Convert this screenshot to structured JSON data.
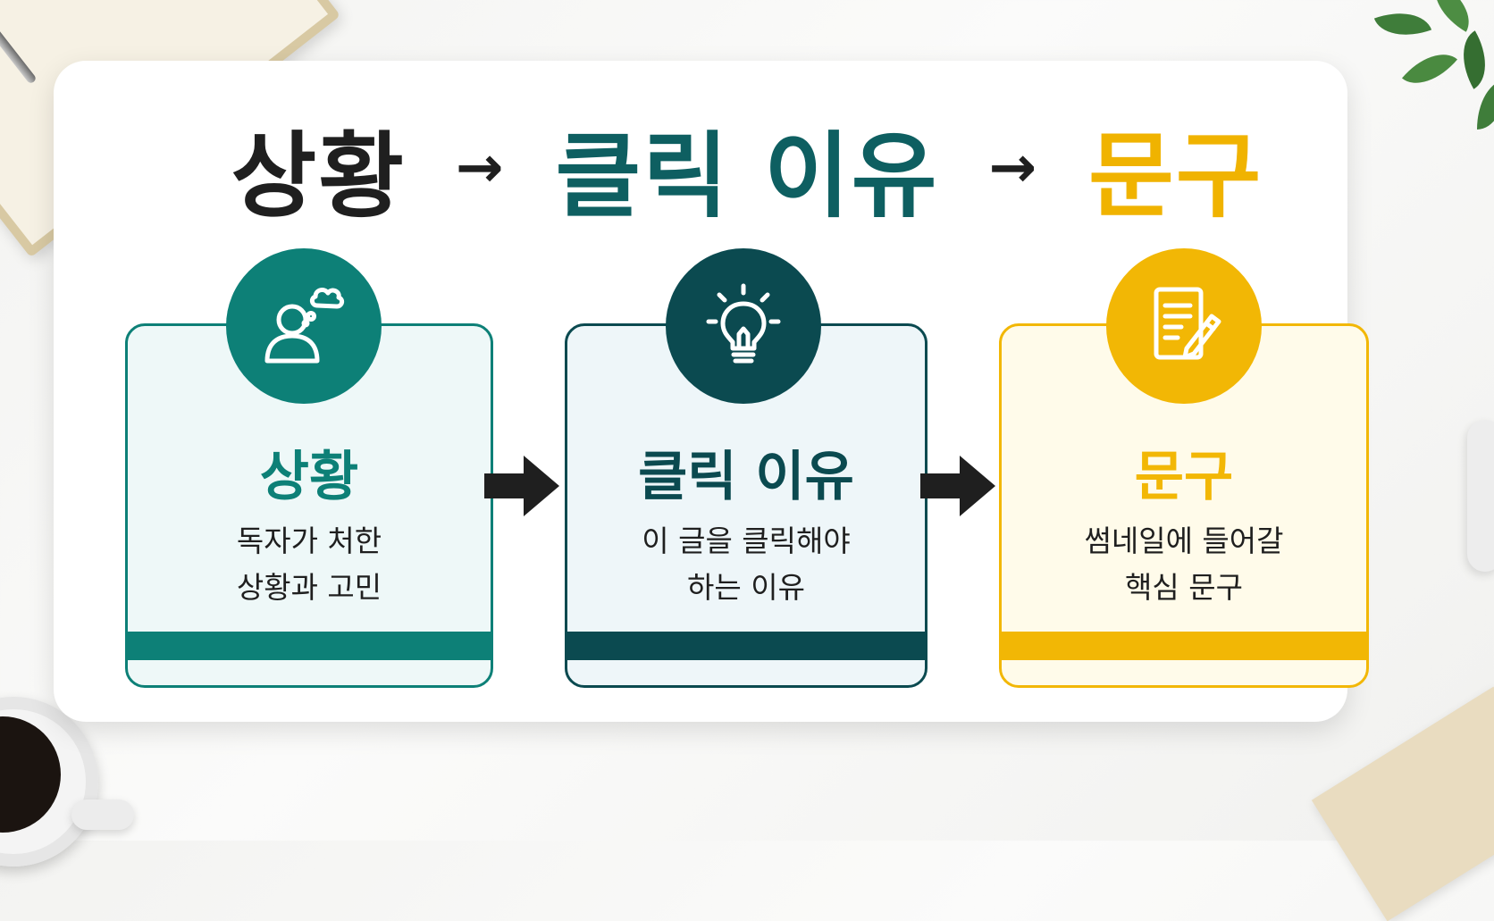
{
  "headline": {
    "step1": "상황",
    "arrow1": "→",
    "step2": "클릭 이유",
    "arrow2": "→",
    "step3": "문구"
  },
  "cards": [
    {
      "icon": "person-thought-icon",
      "title": "상황",
      "line1": "독자가 처한",
      "line2": "상황과 고민",
      "accent": "#0d8077"
    },
    {
      "icon": "lightbulb-icon",
      "title": "클릭 이유",
      "line1": "이 글을 클릭해야",
      "line2": "하는 이유",
      "accent": "#0b4a50"
    },
    {
      "icon": "document-pencil-icon",
      "title": "문구",
      "line1": "썸네일에 들어갈",
      "line2": "핵심 문구",
      "accent": "#f2b705"
    }
  ]
}
